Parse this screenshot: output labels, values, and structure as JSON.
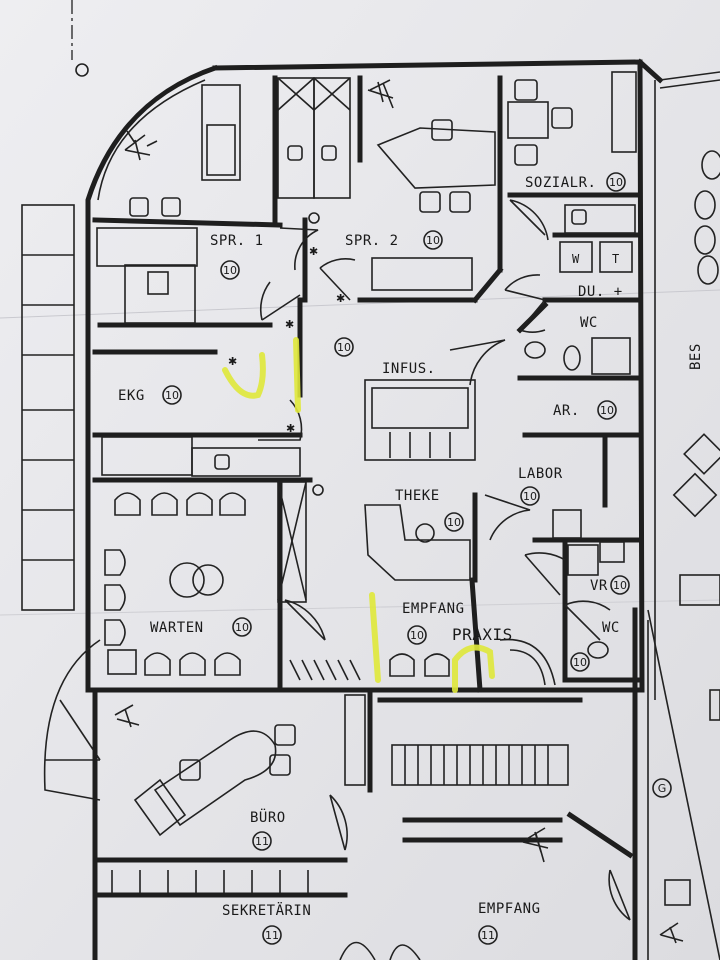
{
  "rooms": [
    {
      "id": "spr1",
      "label": "SPR. 1",
      "num": "10"
    },
    {
      "id": "spr2",
      "label": "SPR. 2",
      "num": "10"
    },
    {
      "id": "sozialr",
      "label": "SOZIALR.",
      "num": "10"
    },
    {
      "id": "ekg",
      "label": "EKG",
      "num": "10"
    },
    {
      "id": "infus",
      "label": "INFUS.",
      "num": ""
    },
    {
      "id": "ar",
      "label": "AR.",
      "num": "10"
    },
    {
      "id": "labor",
      "label": "LABOR",
      "num": "10"
    },
    {
      "id": "theke",
      "label": "THEKE",
      "num": "10"
    },
    {
      "id": "warten",
      "label": "WARTEN",
      "num": "10"
    },
    {
      "id": "empfang1",
      "label": "EMPFANG",
      "num": "10"
    },
    {
      "id": "praxis",
      "label": "PRAXIS",
      "num": ""
    },
    {
      "id": "vr",
      "label": "VR",
      "num": "10"
    },
    {
      "id": "wc1",
      "label": "WC",
      "num": ""
    },
    {
      "id": "wc2",
      "label": "WC",
      "num": "10"
    },
    {
      "id": "du",
      "label": "DU. +",
      "num": ""
    },
    {
      "id": "buero",
      "label": "BÜRO",
      "num": "11"
    },
    {
      "id": "sekretaerin",
      "label": "SEKRETÄRIN",
      "num": "11"
    },
    {
      "id": "empfang2",
      "label": "EMPFANG",
      "num": "11"
    }
  ],
  "markers": {
    "corridor": "10",
    "w": "W",
    "t": "T",
    "g": "G",
    "bes": "BES"
  },
  "colors": {
    "ink": "#1e1e1e",
    "paper": "#e9e9ec",
    "highlight": "#dfe83a"
  }
}
